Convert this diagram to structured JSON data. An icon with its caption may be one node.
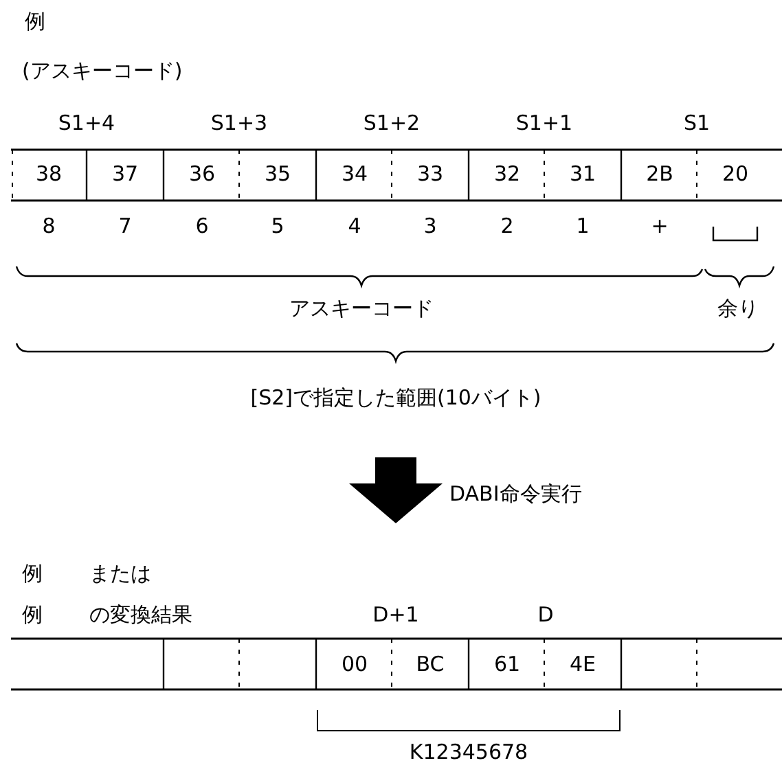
{
  "diagram": {
    "labels": [
      "例",
      "(アスキーコード)",
      "S1+4",
      "S1+3",
      "S1+2",
      "S1+1",
      "S1",
      "38",
      "37",
      "36",
      "35",
      "34",
      "33",
      "32",
      "31",
      "2B",
      "20",
      "8",
      "7",
      "6",
      "5",
      "4",
      "3",
      "2",
      "1",
      "+",
      "アスキーコード",
      "余り",
      "[S2]で指定した範囲(10バイト)",
      "DABI命令実行",
      "例",
      "または",
      "例",
      "の変換結果",
      "D+1",
      "D",
      "00",
      "BC",
      "61",
      "4E",
      "K12345678"
    ]
  }
}
